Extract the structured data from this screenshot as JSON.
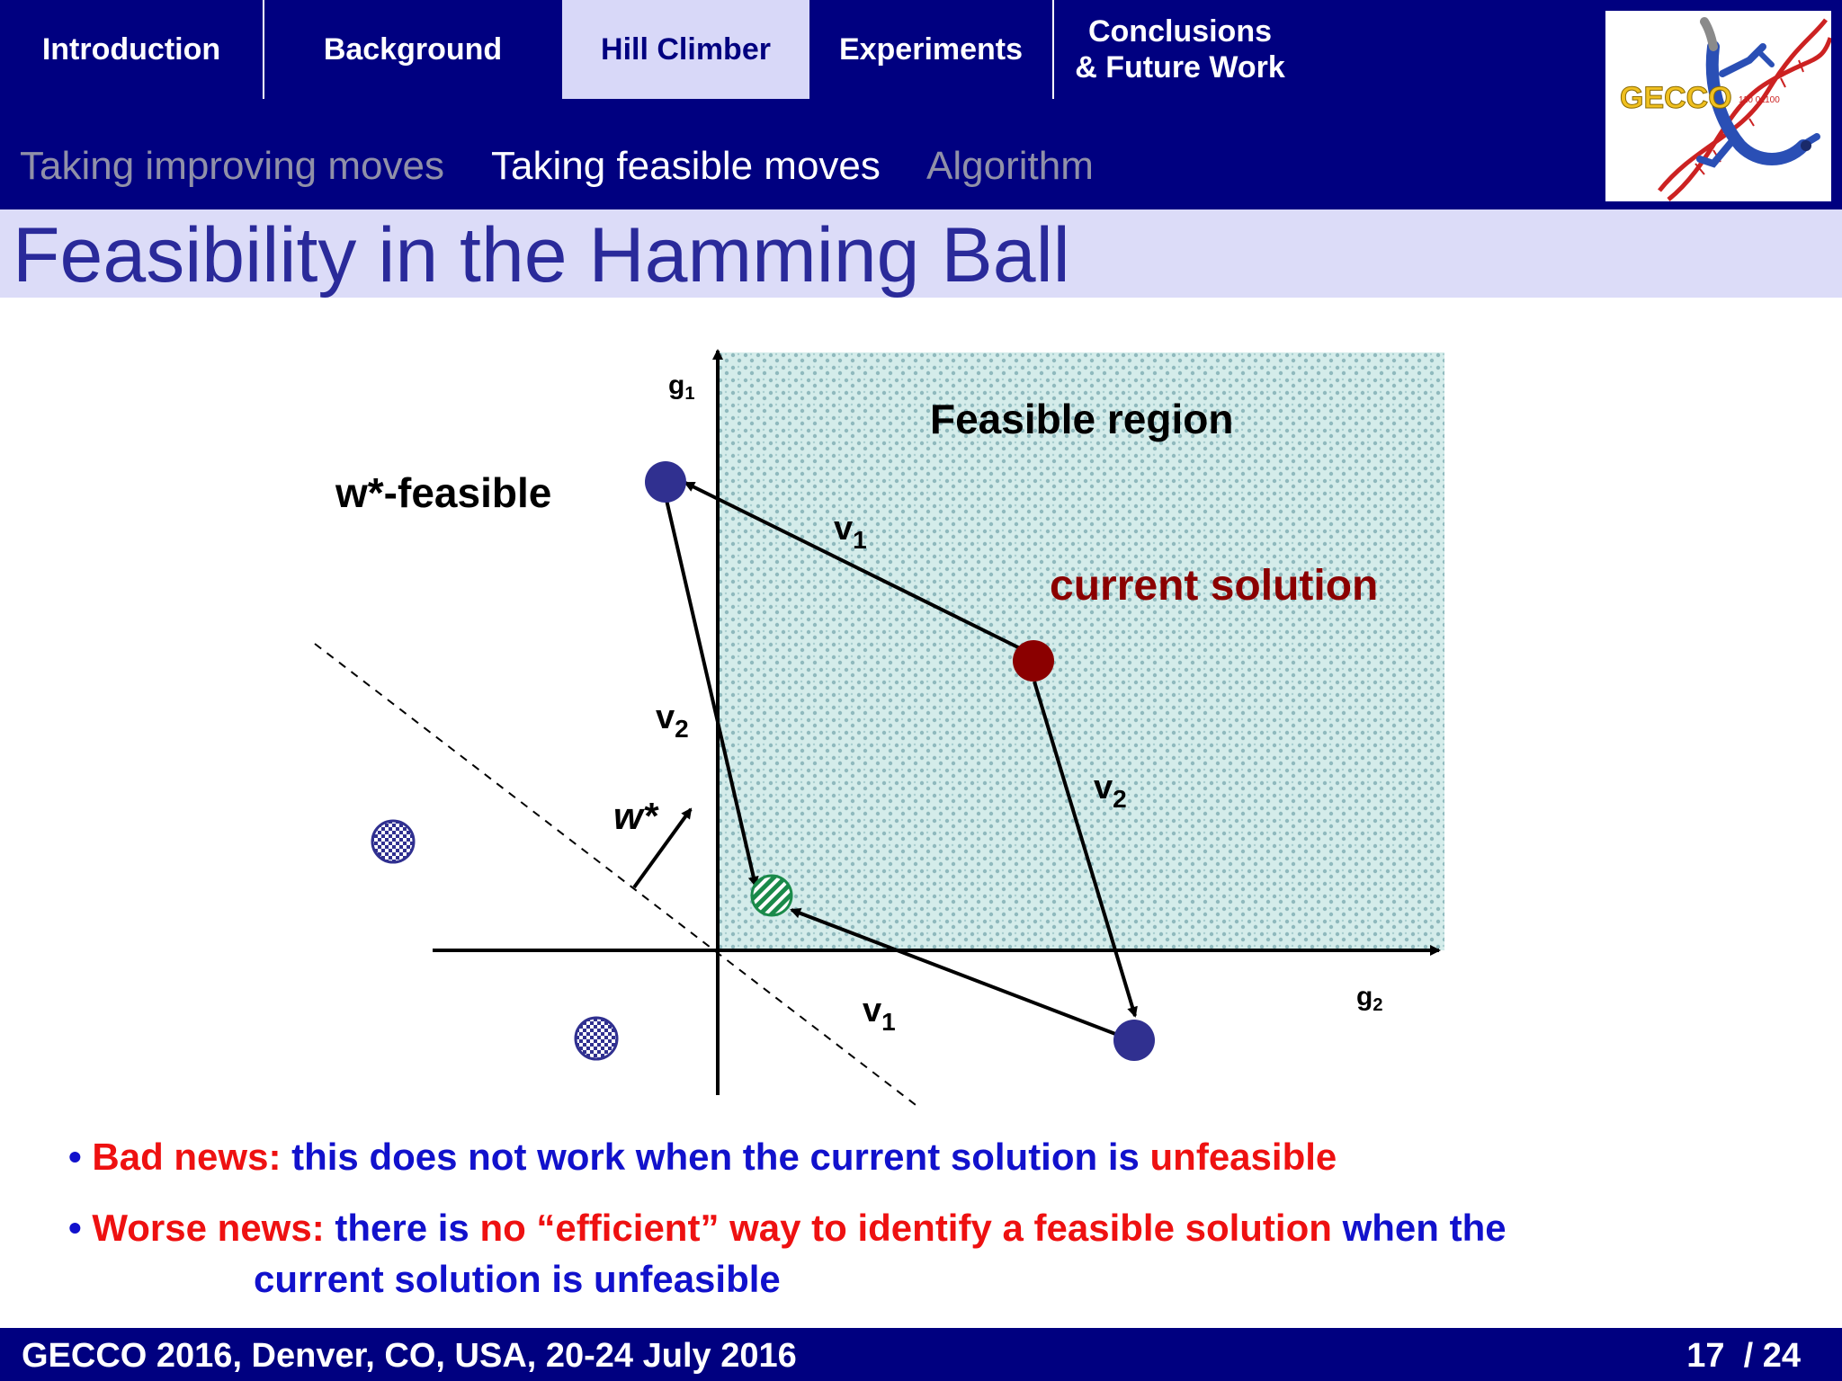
{
  "nav": {
    "sections": [
      {
        "label": "Introduction"
      },
      {
        "label": "Background"
      },
      {
        "label": "Hill Climber"
      },
      {
        "label": "Experiments"
      },
      {
        "label_line1": "Conclusions",
        "label_line2": "& Future Work"
      }
    ],
    "active_section": "Hill Climber",
    "subsections": [
      {
        "label": "Taking improving moves"
      },
      {
        "label": "Taking feasible moves"
      },
      {
        "label": "Algorithm"
      }
    ],
    "active_subsection": "Taking feasible moves",
    "logo_text": "GECCO",
    "logo_binary": "110 01100"
  },
  "slide": {
    "title": "Feasibility in the Hamming Ball"
  },
  "diagram": {
    "axis_y_label": "g",
    "axis_y_sub": "1",
    "axis_x_label": "g",
    "axis_x_sub": "2",
    "region_label": "Feasible region",
    "w_feasible_label": "w*-feasible",
    "current_solution_label": "current solution",
    "w_star_label": "w*",
    "v1_upper": "v",
    "v1_upper_sub": "1",
    "v2_left": "v",
    "v2_left_sub": "2",
    "v2_right": "v",
    "v2_right_sub": "2",
    "v1_lower": "v",
    "v1_lower_sub": "1",
    "colors": {
      "feasible_fill": "#d6ecec",
      "current_solution": "#8b0000",
      "vertex": "#303090",
      "hatched": "#1a8a4a"
    }
  },
  "bullets": [
    {
      "parts": [
        {
          "text": "Bad news:",
          "color": "red"
        },
        {
          "text": " this does not work when the current solution is ",
          "color": "blue"
        },
        {
          "text": "unfeasible",
          "color": "red"
        }
      ]
    },
    {
      "parts": [
        {
          "text": "Worse news:",
          "color": "red"
        },
        {
          "text": " there is ",
          "color": "blue"
        },
        {
          "text": "no “efficient” way to identify a feasible solution",
          "color": "red"
        },
        {
          "text": " when the",
          "color": "blue"
        }
      ],
      "continuation": "current solution is unfeasible"
    }
  ],
  "footer": {
    "left": "GECCO 2016, Denver, CO, USA, 20-24 July 2016",
    "page": "17",
    "total": "/ 24"
  }
}
